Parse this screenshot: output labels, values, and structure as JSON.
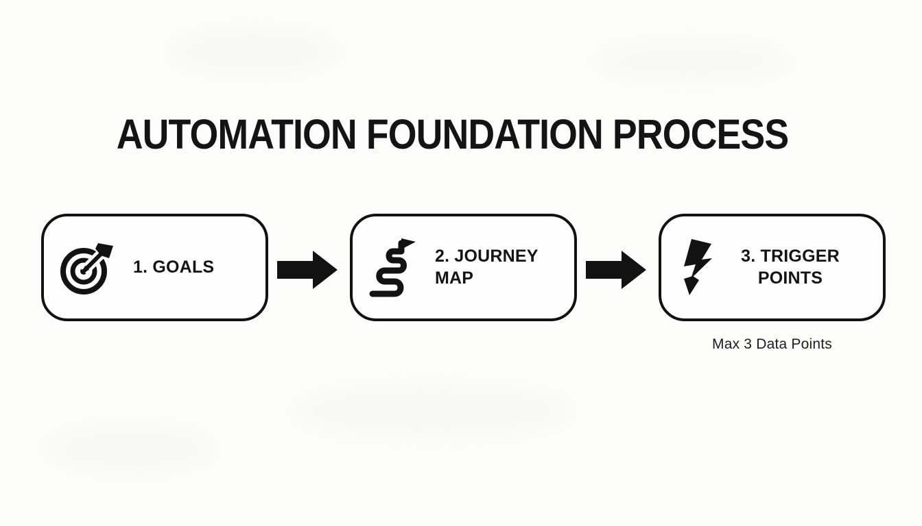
{
  "title": "AUTOMATION FOUNDATION PROCESS",
  "steps": [
    {
      "label": "1. GOALS",
      "icon": "target-arrow-icon"
    },
    {
      "label": "2. JOURNEY MAP",
      "icon": "winding-path-flag-icon"
    },
    {
      "label": "3. TRIGGER POINTS",
      "icon": "lightning-bolt-icon"
    }
  ],
  "connectors": [
    {
      "icon": "arrow-right-icon"
    },
    {
      "icon": "arrow-right-icon"
    }
  ],
  "caption": "Max 3 Data Points",
  "colors": {
    "ink": "#141414",
    "background": "#fdfdfb"
  }
}
